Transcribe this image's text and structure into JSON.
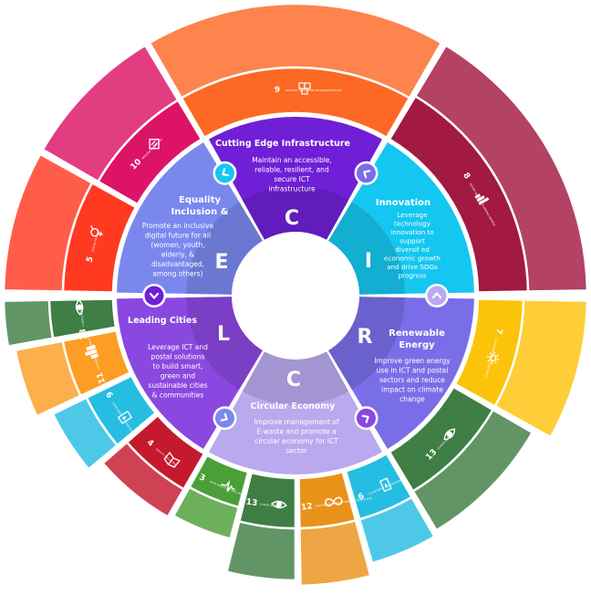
{
  "segments": [
    {
      "key": "c1",
      "letter": "C",
      "title": "Cutting Edge Infrastructure",
      "body": [
        "Maintain an accessible,",
        "reliable, resilient, and",
        "secure ICT",
        "infrastructure"
      ],
      "color": "#6f1fd6"
    },
    {
      "key": "i",
      "letter": "I",
      "title": "Innovation",
      "body": [
        "Leverage",
        "technology",
        "innovation to",
        "support",
        "diversif ed",
        "economic growth",
        "and drive SDGs",
        "progress"
      ],
      "color": "#14c7f0"
    },
    {
      "key": "r",
      "letter": "R",
      "title": [
        "Renewable",
        "Energy"
      ],
      "body": [
        "Improve green energy",
        "use in ICT and postal",
        "sectors and reduce",
        "impact on climate",
        "change"
      ],
      "color": "#7a6ee8"
    },
    {
      "key": "c2",
      "letter": "C",
      "title": "Circular Economy",
      "body": [
        "Improve management of",
        "E-waste and promote a",
        "circular economy for ICT",
        "sector"
      ],
      "color": "#b9a9ee"
    },
    {
      "key": "l",
      "letter": "L",
      "title": "Leading Cities",
      "body": [
        "Leverage ICT and",
        "postal solutions",
        "to build smart,",
        "green and",
        "sustainable cities",
        "& communities"
      ],
      "color": "#8b48e0"
    },
    {
      "key": "e",
      "letter": "E",
      "title": [
        "Equality",
        "Inclusion &"
      ],
      "body": [
        "Promote an inclusive",
        "digital future for all",
        "(women, youth,",
        "elderly, &",
        "disadvantaged,",
        "among others)"
      ],
      "color": "#7a88ee"
    }
  ],
  "sdg_ring": [
    {
      "key": "sdg9",
      "number": "9",
      "label": "INDUSTRY, INNOVATION AND INFRASTRUCTURE",
      "icon": "cubes-icon",
      "color": "#fd6925"
    },
    {
      "key": "sdg8",
      "number": "8",
      "label": "DECENT WORK AND ECONOMIC GROWTH",
      "icon": "growth-chart-icon",
      "color": "#a21942"
    },
    {
      "key": "sdg7",
      "number": "7",
      "label": "AFFORDABLE AND CLEAN ENERGY",
      "icon": "sun-icon",
      "color": "#fcc30b"
    },
    {
      "key": "sdg13b",
      "number": "13",
      "label": "CLIMATE ACTION",
      "icon": "eye-globe-icon",
      "color": "#3f7e44"
    },
    {
      "key": "sdg6b",
      "number": "6",
      "label": "CLEAN WATER AND SANITATION",
      "icon": "water-icon",
      "color": "#26bde2"
    },
    {
      "key": "sdg12",
      "number": "12",
      "label": "RESPONSIBLE CONSUMPTION AND PRODUCTION",
      "icon": "infinity-icon",
      "color": "#e9921a"
    },
    {
      "key": "sdg13c",
      "number": "13",
      "label": "CLIMATE ACTION",
      "icon": "eye-globe-icon",
      "color": "#3f7e44"
    },
    {
      "key": "sdg3",
      "number": "3",
      "label": "GOOD HEALTH AND WELL-BEING",
      "icon": "heartbeat-icon",
      "color": "#4c9f38"
    },
    {
      "key": "sdg4",
      "number": "4",
      "label": "QUALITY EDUCATION",
      "icon": "book-icon",
      "color": "#c5192d"
    },
    {
      "key": "sdg6a",
      "number": "6",
      "label": "CLEAN WATER AND SANITATION",
      "icon": "water-icon",
      "color": "#26bde2"
    },
    {
      "key": "sdg11",
      "number": "11",
      "label": "SUSTAINABLE CITIES AND COMMUNITIES",
      "icon": "city-icon",
      "color": "#fd9d24"
    },
    {
      "key": "sdg13a",
      "number": "13",
      "label": "CLIMATE ACTION",
      "icon": "eye-globe-icon",
      "color": "#3f7e44"
    },
    {
      "key": "sdg5",
      "number": "5",
      "label": "GENDER EQUALITY",
      "icon": "gender-icon",
      "color": "#ff3a21"
    },
    {
      "key": "sdg10",
      "number": "10",
      "label": "REDUCED INEQUALITIES",
      "icon": "equality-icon",
      "color": "#dd1367"
    }
  ]
}
